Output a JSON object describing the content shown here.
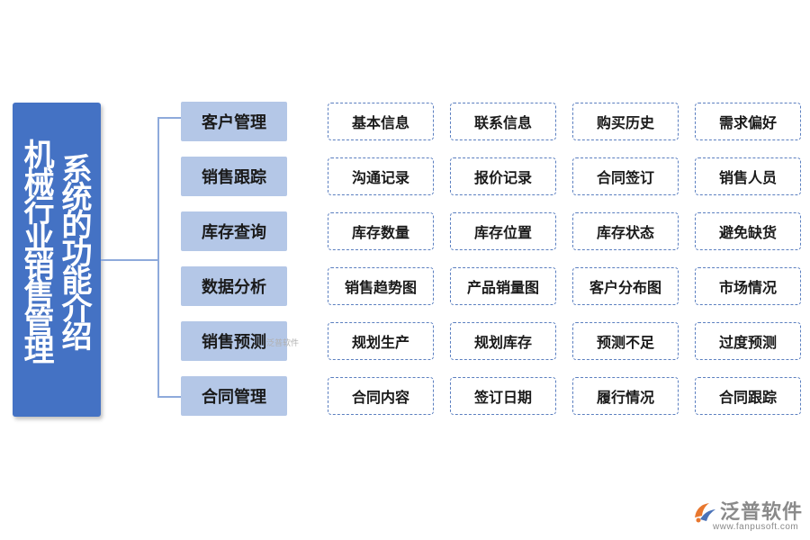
{
  "title": {
    "col1": "机械行业销售管理",
    "col2": "系统的功能介绍"
  },
  "categories": [
    {
      "label": "客户管理",
      "items": [
        "基本信息",
        "联系信息",
        "购买历史",
        "需求偏好"
      ]
    },
    {
      "label": "销售跟踪",
      "items": [
        "沟通记录",
        "报价记录",
        "合同签订",
        "销售人员"
      ]
    },
    {
      "label": "库存查询",
      "items": [
        "库存数量",
        "库存位置",
        "库存状态",
        "避免缺货"
      ]
    },
    {
      "label": "数据分析",
      "items": [
        "销售趋势图",
        "产品销量图",
        "客户分布图",
        "市场情况"
      ]
    },
    {
      "label": "销售预测",
      "items": [
        "规划生产",
        "规划库存",
        "预测不足",
        "过度预测"
      ]
    },
    {
      "label": "合同管理",
      "items": [
        "合同内容",
        "签订日期",
        "履行情况",
        "合同跟踪"
      ]
    }
  ],
  "watermark": {
    "small": "泛普软件"
  },
  "logo": {
    "name": "泛普软件",
    "url": "www.fanpusoft.com",
    "icon": "fanpu-logo-icon"
  },
  "colors": {
    "title_bg": "#4472c4",
    "category_bg": "#b4c7e7",
    "item_border": "#5b7fc0",
    "connector": "#8eaadb",
    "logo_orange": "#e8772e"
  }
}
